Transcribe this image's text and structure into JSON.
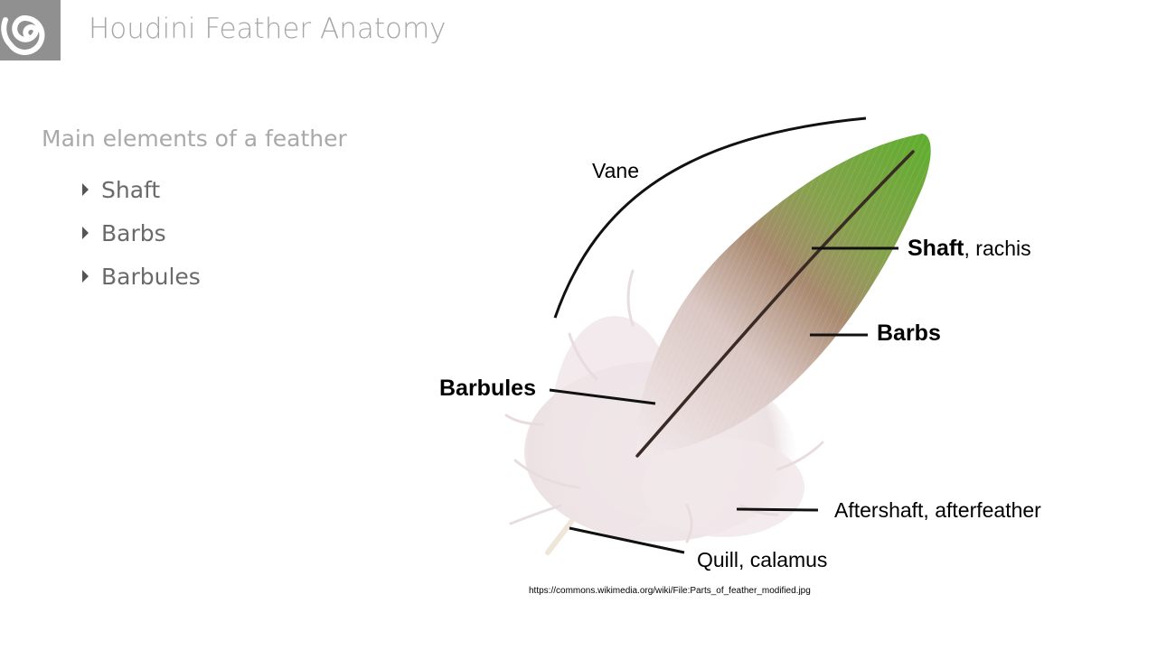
{
  "header": {
    "title": "Houdini Feather Anatomy",
    "logo_icon": "houdini-spiral-icon"
  },
  "content": {
    "intro": "Main elements of a feather",
    "bullets": [
      "Shaft",
      "Barbs",
      "Barbules"
    ]
  },
  "diagram": {
    "labels": {
      "vane": "Vane",
      "shaft_bold": "Shaft",
      "shaft_rest": ", rachis",
      "barbs": "Barbs",
      "barbules": "Barbules",
      "aftershaft": "Aftershaft, afterfeather",
      "quill": "Quill, calamus"
    },
    "source": "https://commons.wikimedia.org/wiki/File:Parts_of_feather_modified.jpg",
    "colors": {
      "tip_green": "#6cb33a",
      "mid_brown": "#9a7a5e",
      "down_pink": "#efe3e6",
      "shaft": "#3a2a25"
    }
  }
}
